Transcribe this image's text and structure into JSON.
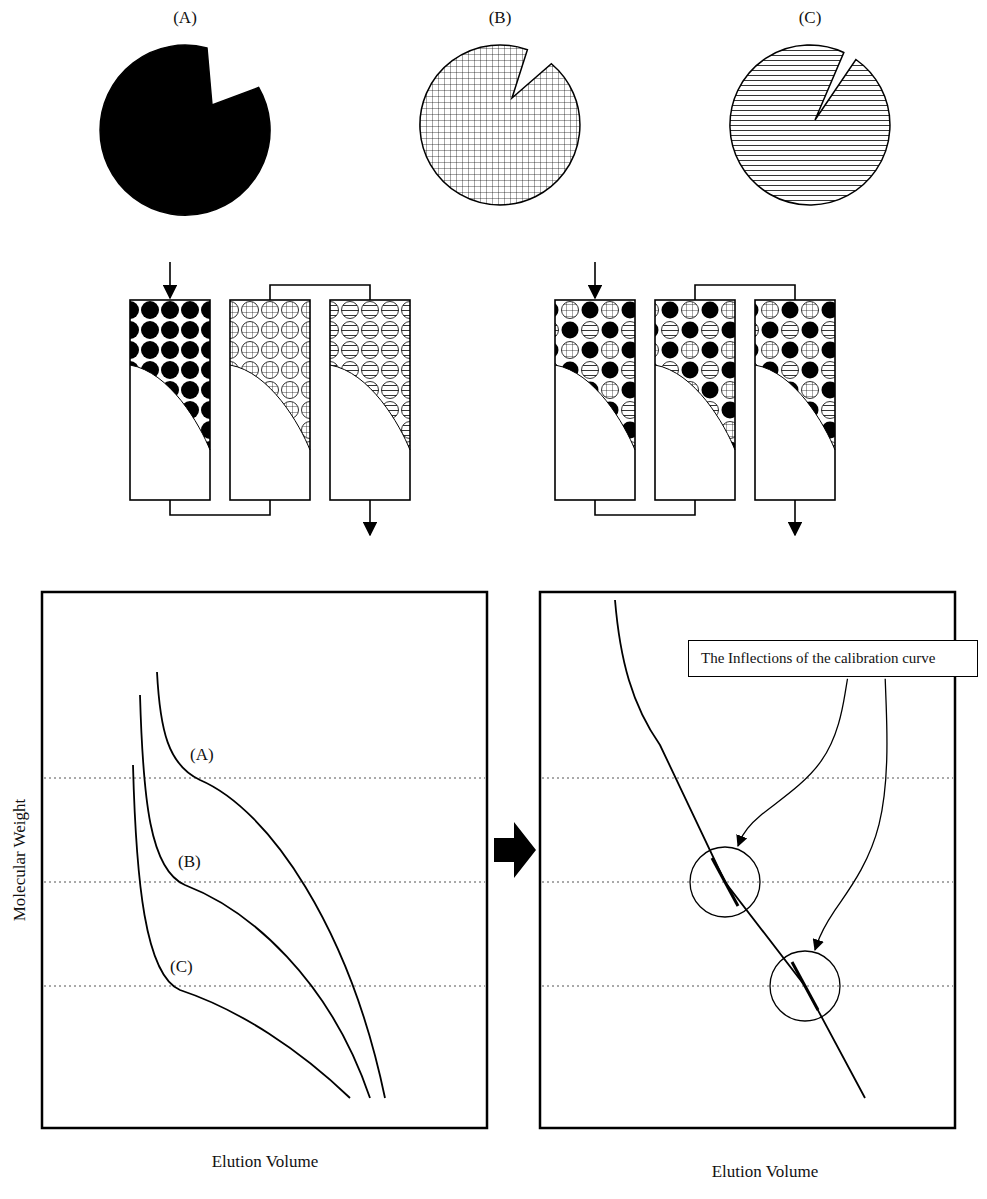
{
  "diagram": {
    "nodes": [
      {
        "text": [
          "The Inflections of the calibration curve"
        ]
      }
    ],
    "labels": [
      "(A)",
      "(B)",
      "(C)",
      "(A)",
      "(B)",
      "(C)",
      "Molecular Weight",
      "Elution Volume",
      "Elution Volume"
    ]
  }
}
